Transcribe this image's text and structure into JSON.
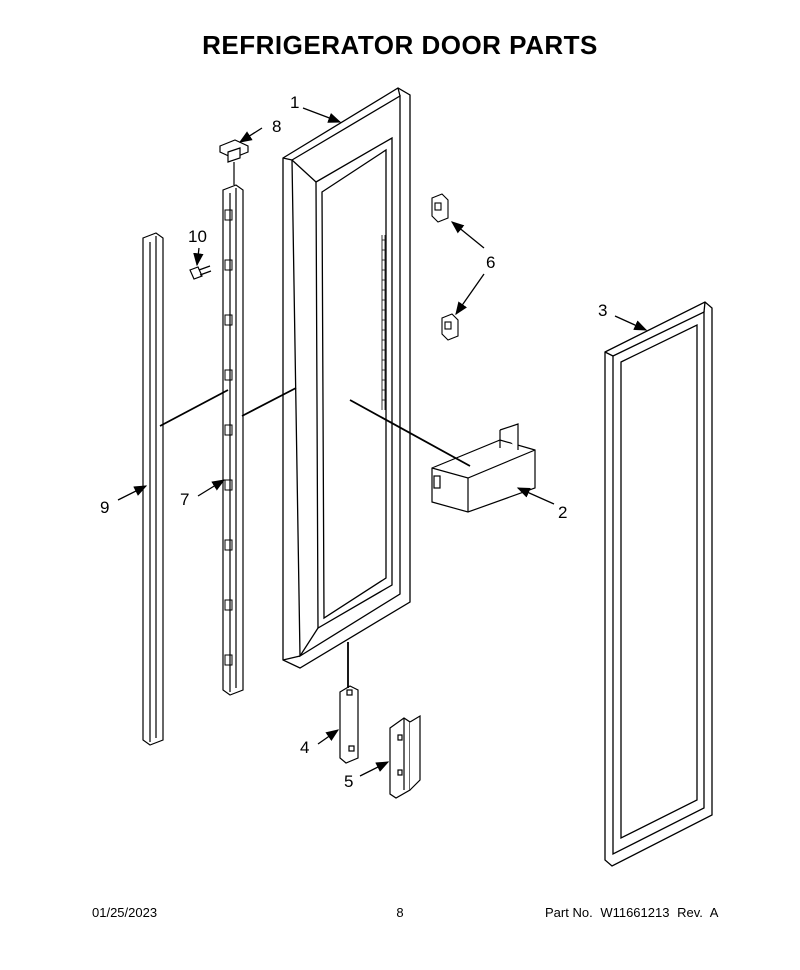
{
  "header": {
    "title": "REFRIGERATOR DOOR PARTS"
  },
  "callouts": {
    "c1": "1",
    "c2": "2",
    "c3": "3",
    "c4": "4",
    "c5": "5",
    "c6": "6",
    "c7": "7",
    "c8": "8",
    "c9": "9",
    "c10": "10"
  },
  "footer": {
    "date": "01/25/2023",
    "page": "8",
    "part_label": "Part No.",
    "part_number": "W11661213",
    "rev_label": "Rev.",
    "rev": "A"
  }
}
